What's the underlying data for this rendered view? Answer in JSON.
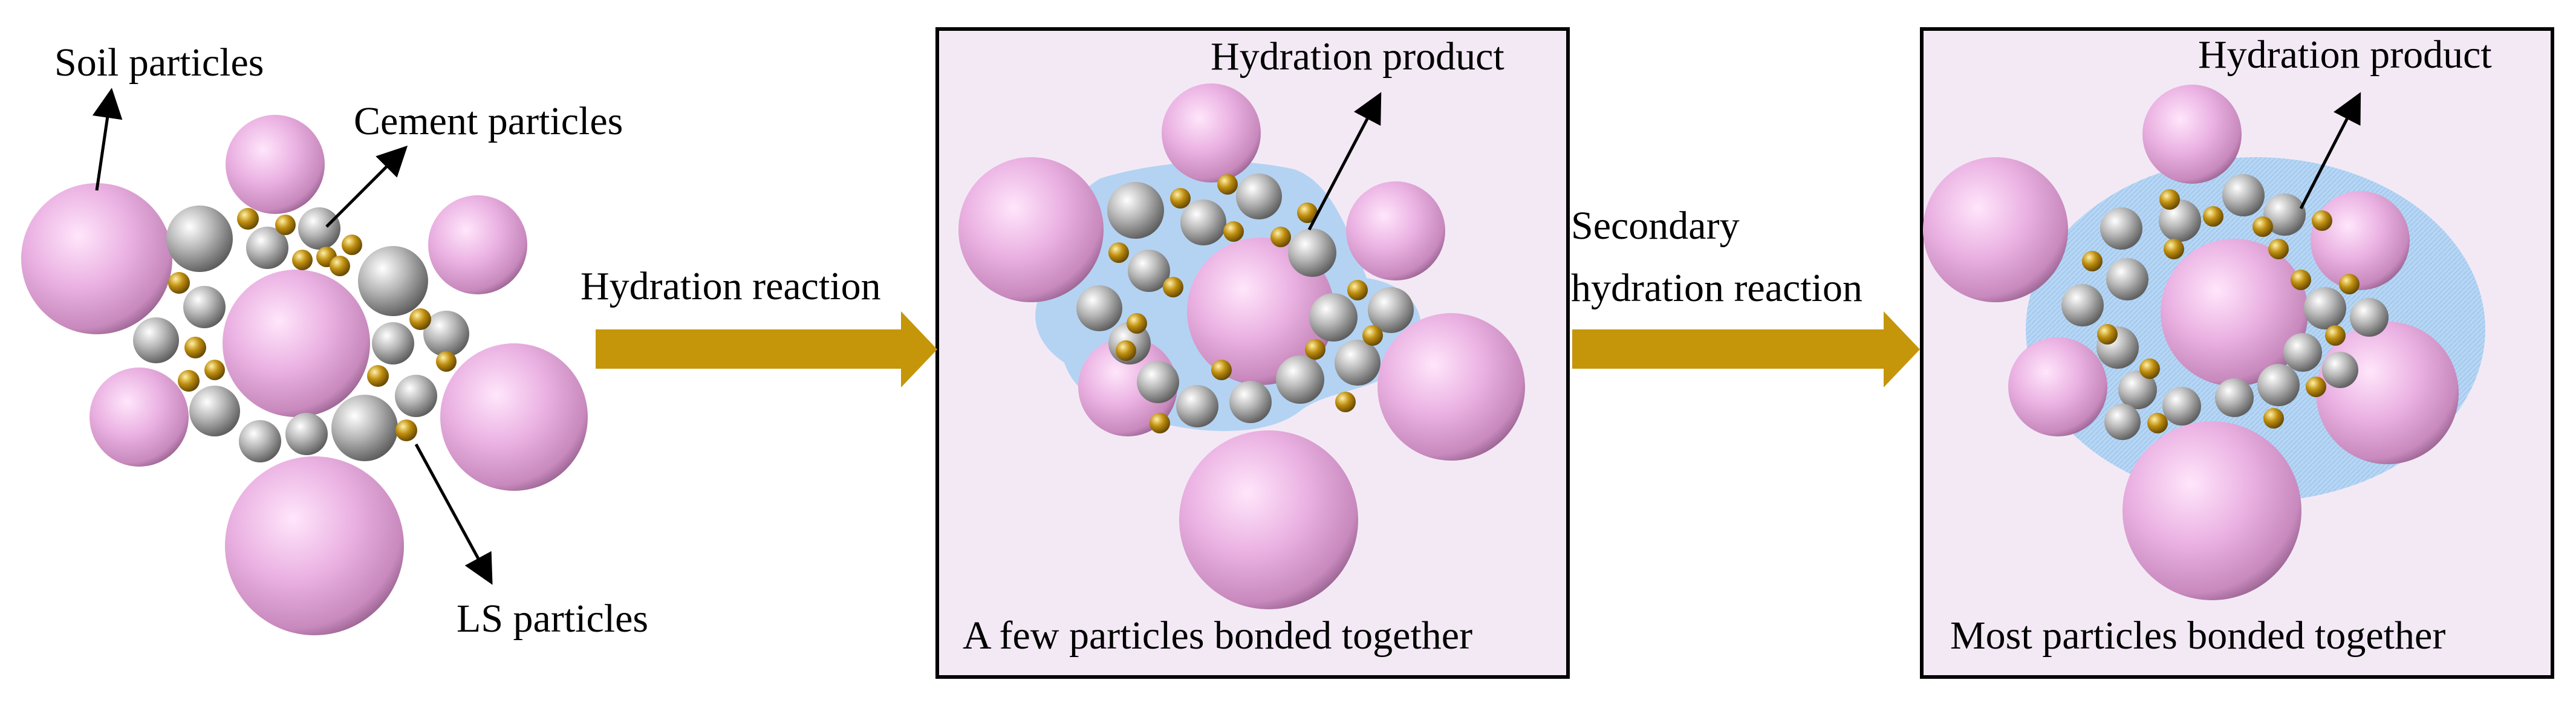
{
  "labels": {
    "soil_particles": "Soil particles",
    "cement_particles": "Cement particles",
    "ls_particles": "LS particles",
    "hydration_reaction": "Hydration reaction",
    "secondary_line1": "Secondary",
    "secondary_line2": "hydration reaction",
    "panel2_product": "Hydration product",
    "panel2_caption": "A few particles bonded together",
    "panel3_product": "Hydration product",
    "panel3_caption": "Most particles bonded together"
  },
  "colors": {
    "soil": "#e8b0e0",
    "cement": "#a9a9a9",
    "ls": "#b8860b",
    "hydration_product": "#a8cff2",
    "panel_background": "#f3e9f5",
    "process_arrow": "#c5960a"
  }
}
